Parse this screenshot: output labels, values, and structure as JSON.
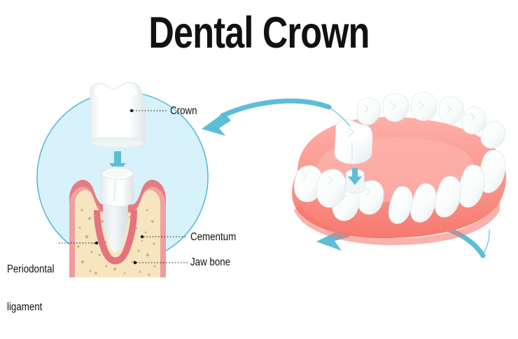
{
  "title": "Dental Crown",
  "labels": {
    "crown": "Crown",
    "cementum": "Cementum",
    "jaw_bone": "Jaw bone",
    "periodontal_line1": "Periodontal",
    "periodontal_line2": "ligament"
  },
  "colors": {
    "title": "#111111",
    "label_text": "#111111",
    "circle_fill": "#d8f2fb",
    "circle_stroke": "#5bb9d8",
    "arrow_blue": "#5cbdd9",
    "gum_pink": "#f4a0a0",
    "gum_pink_dark": "#e2797f",
    "gum_pink_light": "#fbc0bd",
    "bone_cream": "#f7e5c0",
    "bone_speck": "#cbab79",
    "ligament_pink": "#e4737f",
    "tooth_white": "#ffffff",
    "tooth_shadow": "#dfe4e6",
    "jaw_pink": "#f98d84",
    "jaw_pink_dark": "#f4746c",
    "jaw_pink_light": "#fdb2ab",
    "background": "#ffffff",
    "leader_dot": "#111111"
  },
  "figure": {
    "left_diagram": "cross-section of molar receiving a crown inside a blue circle",
    "right_diagram": "lower jaw model with floating crown above prepared tooth stump",
    "arrows": [
      "curved-arrow-upper-pointing-left",
      "curved-arrow-lower-pointing-left",
      "straight-arrow-crown-down",
      "straight-arrow-jaw-crown-down"
    ]
  }
}
